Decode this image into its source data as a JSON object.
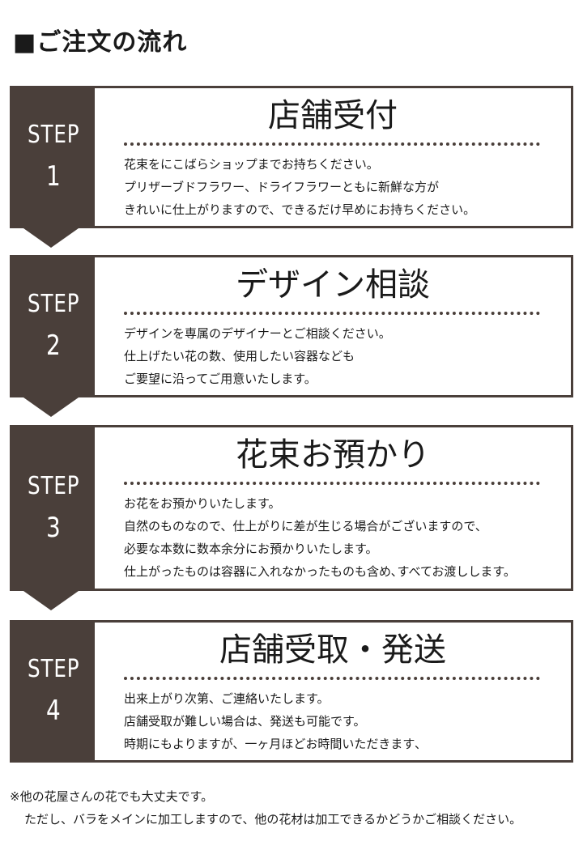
{
  "title": "■ご注文の流れ",
  "steps": [
    {
      "word": "STEP",
      "number": "1",
      "heading": "店舗受付",
      "lines": [
        "花束をにこばらショップまでお持ちください。",
        "プリザーブドフラワー、ドライフラワーともに新鮮な方が",
        "きれいに仕上がりますので、できるだけ早めにお持ちください。"
      ]
    },
    {
      "word": "STEP",
      "number": "2",
      "heading": "デザイン相談",
      "lines": [
        "デザインを専属のデザイナーとご相談ください。",
        "仕上げたい花の数、使用したい容器なども",
        "ご要望に沿ってご用意いたします。"
      ]
    },
    {
      "word": "STEP",
      "number": "3",
      "heading": "花束お預かり",
      "lines": [
        "お花をお預かりいたします。",
        "自然のものなので、仕上がりに差が生じる場合がございますので、",
        "必要な本数に数本余分にお預かりいたします。",
        "仕上がったものは容器に入れなかったものも含め､すべてお渡しします。"
      ]
    },
    {
      "word": "STEP",
      "number": "4",
      "heading": "店舗受取・発送",
      "lines": [
        "出来上がり次第、ご連絡いたします。",
        "店舗受取が難しい場合は、発送も可能です。",
        "時期にもよりますが、一ヶ月ほどお時間いただきます､"
      ]
    }
  ],
  "footnote": {
    "line1": "※他の花屋さんの花でも大丈夫です。",
    "line2": "ただし、バラをメインに加工しますので、他の花材は加工できるかどうかご相談ください。"
  },
  "colors": {
    "accent": "#4a3f3a",
    "text": "#1a1a1a",
    "background": "#ffffff"
  }
}
